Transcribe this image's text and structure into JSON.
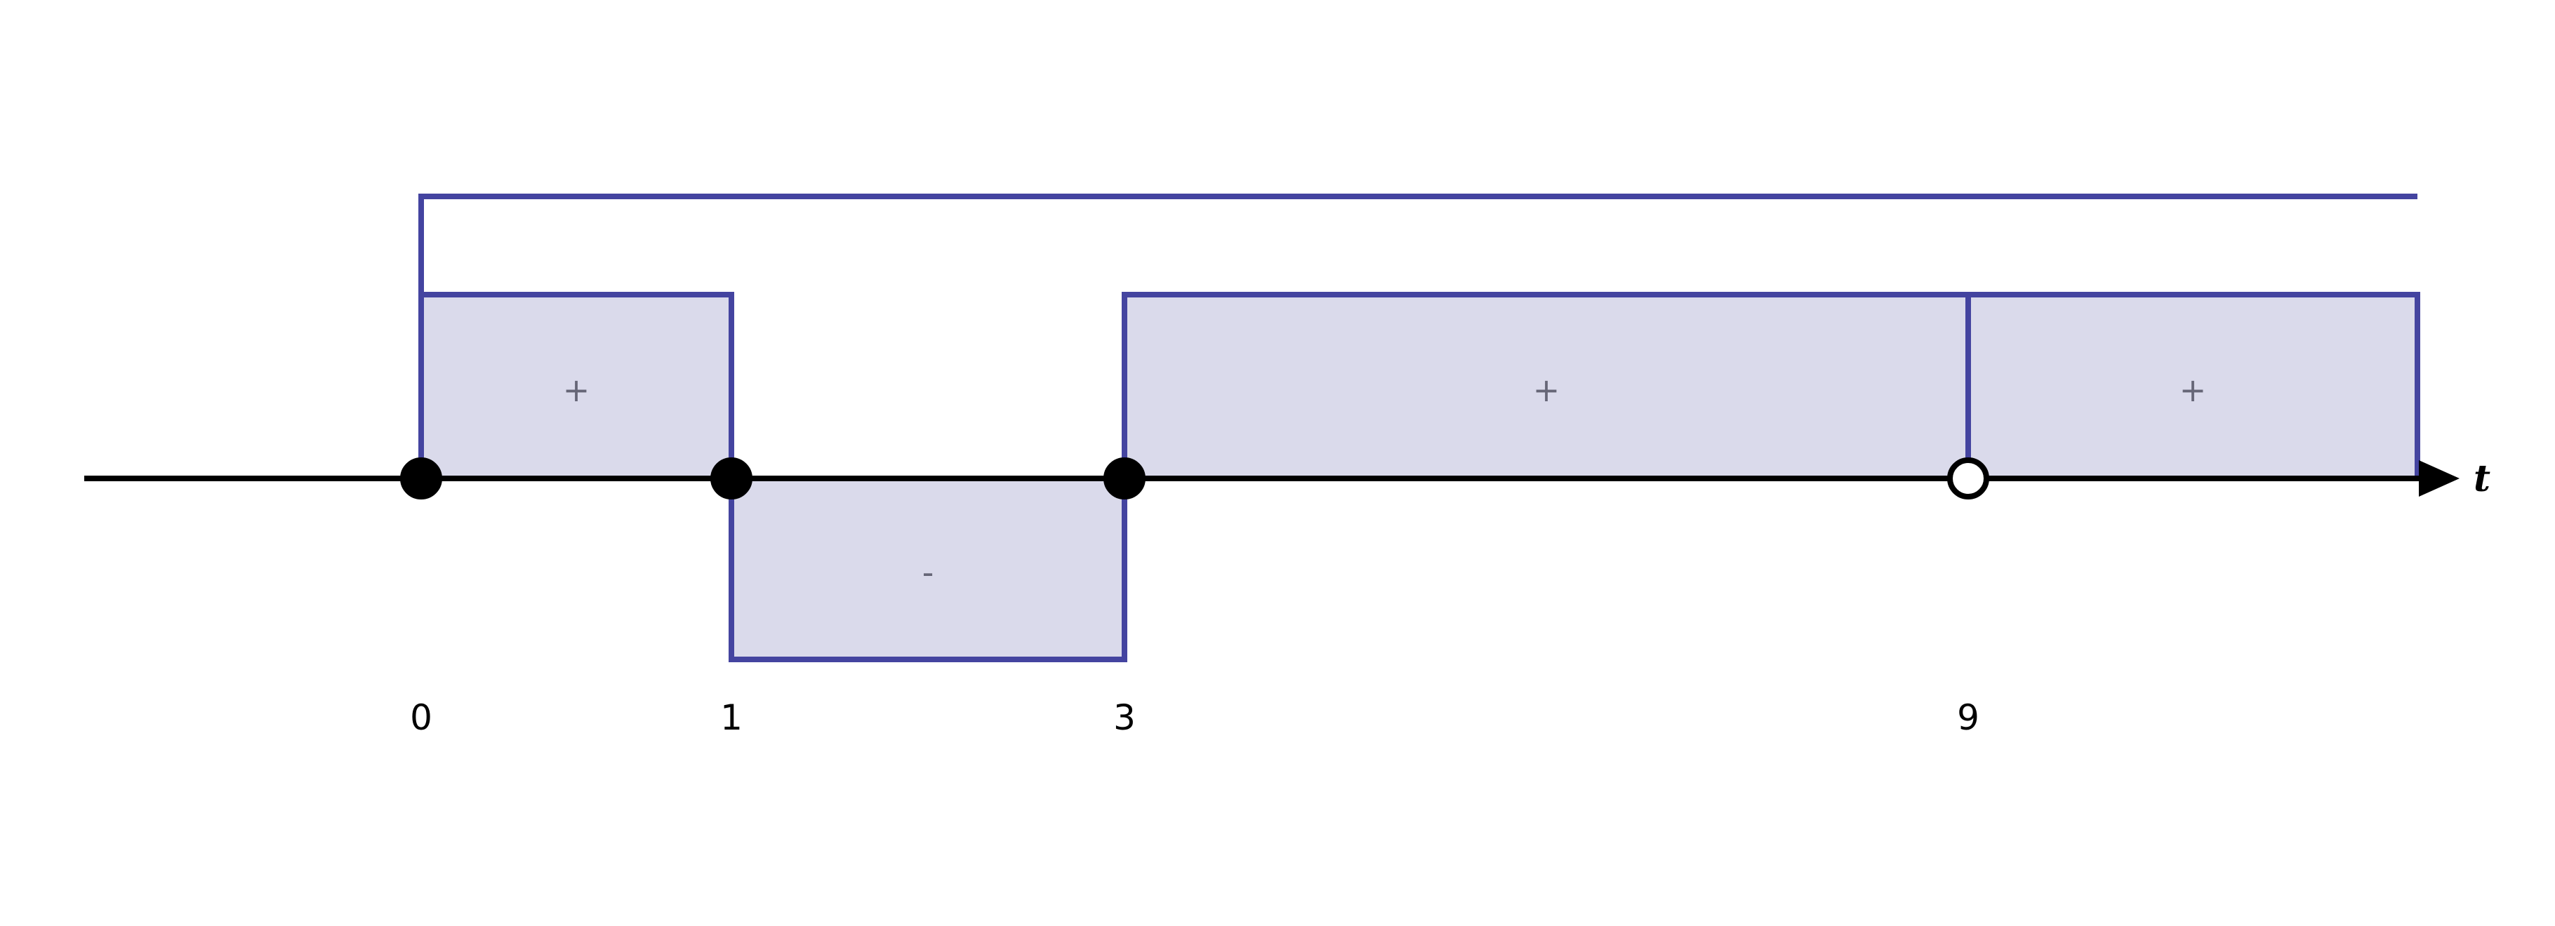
{
  "axis": {
    "variable": "t"
  },
  "points": [
    {
      "label": "0",
      "value": 0,
      "filled": true
    },
    {
      "label": "1",
      "value": 1,
      "filled": true
    },
    {
      "label": "3",
      "value": 3,
      "filled": true
    },
    {
      "label": "9",
      "value": 9,
      "filled": false
    }
  ],
  "intervals": [
    {
      "sign": "+"
    },
    {
      "sign": "-"
    },
    {
      "sign": "+"
    },
    {
      "sign": "+"
    }
  ],
  "colors": {
    "region_stroke": "#4444a0",
    "region_fill": "#dadaeb",
    "axis": "#000000",
    "sign_text": "#666677",
    "tick_text": "#000000"
  }
}
